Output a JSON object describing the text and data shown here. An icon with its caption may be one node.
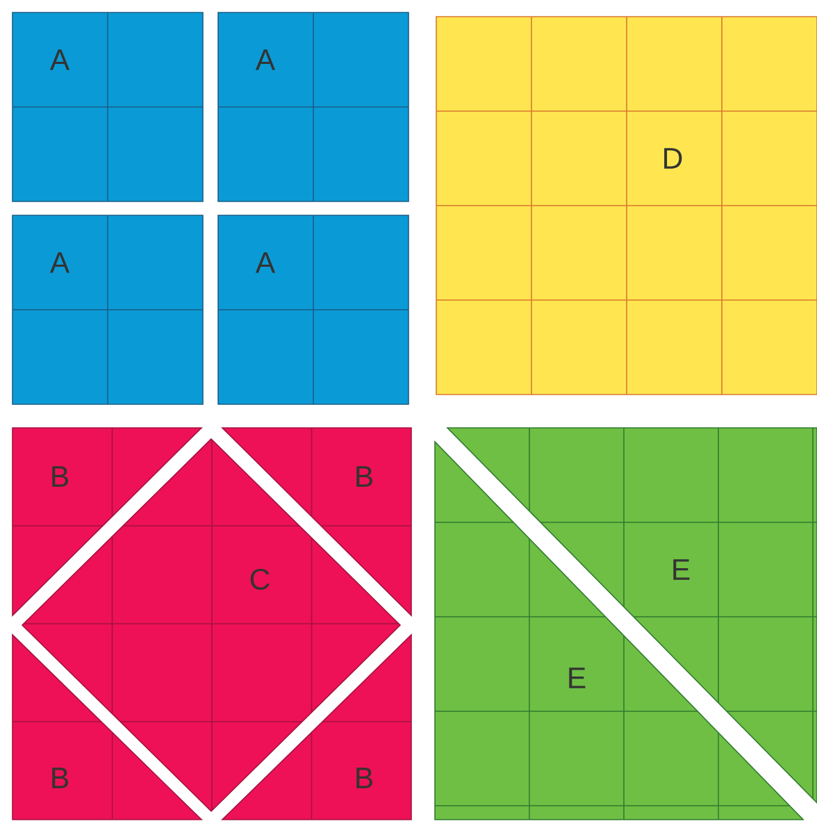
{
  "diagram": {
    "nodes": [
      {
        "text": [
          "A"
        ]
      },
      {
        "text": [
          "A"
        ]
      },
      {
        "text": [
          "A"
        ]
      },
      {
        "text": [
          "A"
        ]
      },
      {
        "text": [
          "D"
        ]
      },
      {
        "text": [
          "B"
        ]
      },
      {
        "text": [
          "B"
        ]
      },
      {
        "text": [
          "C"
        ]
      },
      {
        "text": [
          "B"
        ]
      },
      {
        "text": [
          "B"
        ]
      },
      {
        "text": [
          "E"
        ]
      },
      {
        "text": [
          "E"
        ]
      }
    ]
  }
}
